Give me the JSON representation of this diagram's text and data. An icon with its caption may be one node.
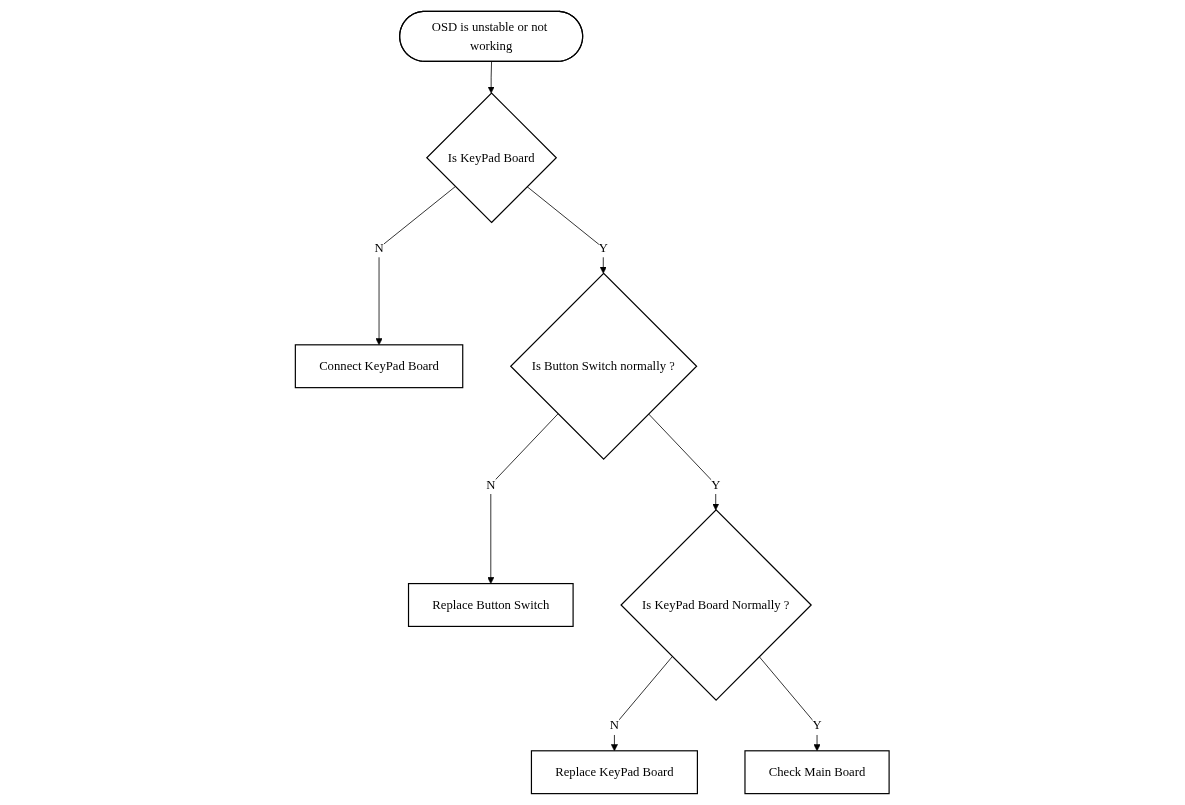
{
  "diagram": {
    "nodes": [
      {
        "text": [
          "OSD is unstable or not working"
        ]
      },
      {
        "text": [
          "Is KeyPad Board"
        ]
      },
      {
        "text": [
          "Connect KeyPad Board"
        ]
      },
      {
        "text": [
          "Is Button Switch normally ?"
        ]
      },
      {
        "text": [
          "Replace Button Switch"
        ]
      },
      {
        "text": [
          "Is KeyPad Board Normally ?"
        ]
      },
      {
        "text": [
          "Replace KeyPad Board"
        ]
      },
      {
        "text": [
          "Check Main Board"
        ]
      }
    ],
    "edges": [
      {
        "from": 0,
        "to": 1,
        "arrow": "to"
      },
      {
        "from": 1,
        "to": 2,
        "arrow": "to",
        "label": "N"
      },
      {
        "from": 1,
        "to": 3,
        "arrow": "to",
        "label": "Y"
      },
      {
        "from": 3,
        "to": 4,
        "arrow": "to",
        "label": "N"
      },
      {
        "from": 3,
        "to": 5,
        "arrow": "to",
        "label": "Y"
      },
      {
        "from": 5,
        "to": 6,
        "arrow": "to",
        "label": "N"
      },
      {
        "from": 5,
        "to": 7,
        "arrow": "to",
        "label": "Y"
      }
    ]
  }
}
